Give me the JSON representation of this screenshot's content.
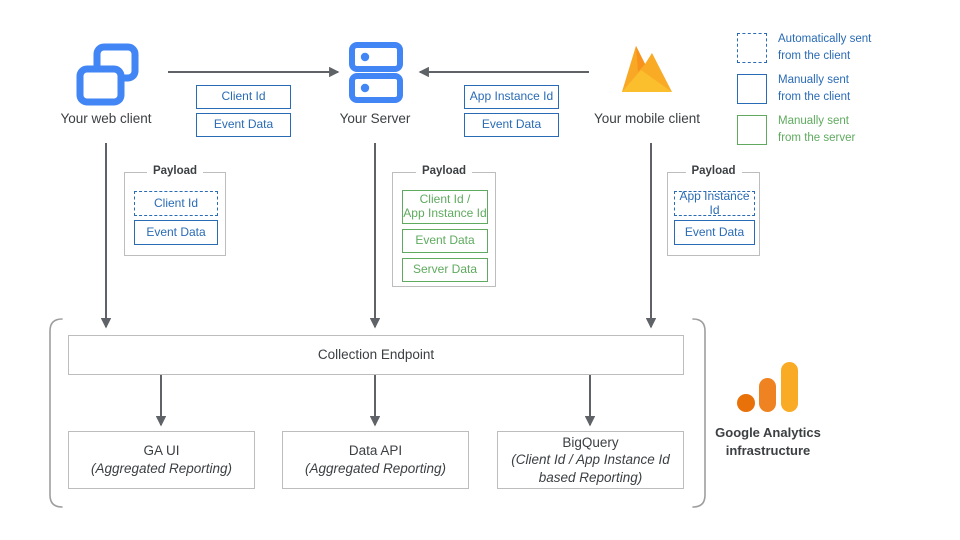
{
  "colors": {
    "blue": "#2a6bb5",
    "green": "#5faa5f",
    "icon_blue": "#4285f4",
    "arrow_grey": "#5f6368",
    "box_grey": "#bdbdbd",
    "ga_orange_dark": "#e8710a",
    "ga_orange_mid": "#ef8321",
    "ga_amber": "#f9ab26"
  },
  "nodes": {
    "web_client": {
      "label": "Your web client",
      "icon": "web-windows-icon"
    },
    "server": {
      "label": "Your Server",
      "icon": "server-rack-icon"
    },
    "mobile_client": {
      "label": "Your mobile client",
      "icon": "firebase-flame-icon"
    }
  },
  "transfers": {
    "web_to_server": {
      "arrow": "arrow-right",
      "chips": [
        "Client Id",
        "Event Data"
      ]
    },
    "mobile_to_server": {
      "arrow": "arrow-left",
      "chips": [
        "App Instance Id",
        "Event Data"
      ]
    }
  },
  "payloads": {
    "web": {
      "title": "Payload",
      "items": [
        {
          "label": "Client Id",
          "style": "blue-dashed"
        },
        {
          "label": "Event Data",
          "style": "blue"
        }
      ]
    },
    "server": {
      "title": "Payload",
      "items": [
        {
          "label": "Client Id /\nApp Instance Id",
          "style": "green"
        },
        {
          "label": "Event Data",
          "style": "green"
        },
        {
          "label": "Server Data",
          "style": "green"
        }
      ]
    },
    "mobile": {
      "title": "Payload",
      "items": [
        {
          "label": "App Instance Id",
          "style": "blue-dashed"
        },
        {
          "label": "Event Data",
          "style": "blue"
        }
      ]
    }
  },
  "infrastructure": {
    "collection_endpoint": "Collection Endpoint",
    "outputs": [
      {
        "title": "GA UI",
        "subtitle": "(Aggregated Reporting)"
      },
      {
        "title": "Data API",
        "subtitle": "(Aggregated Reporting)"
      },
      {
        "title": "BigQuery",
        "subtitle": "(Client Id / App Instance Id\nbased Reporting)"
      }
    ],
    "brand": {
      "caption_line1": "Google Analytics",
      "caption_line2": "infrastructure",
      "icon": "google-analytics-logo"
    }
  },
  "legend": {
    "items": [
      {
        "swatch": "dashed",
        "line1": "Automatically sent",
        "line2": "from the client",
        "color": "blue"
      },
      {
        "swatch": "solid-blue",
        "line1": "Manually sent",
        "line2": "from the client",
        "color": "blue"
      },
      {
        "swatch": "solid-green",
        "line1": "Manually sent",
        "line2": "from the server",
        "color": "green"
      }
    ]
  }
}
